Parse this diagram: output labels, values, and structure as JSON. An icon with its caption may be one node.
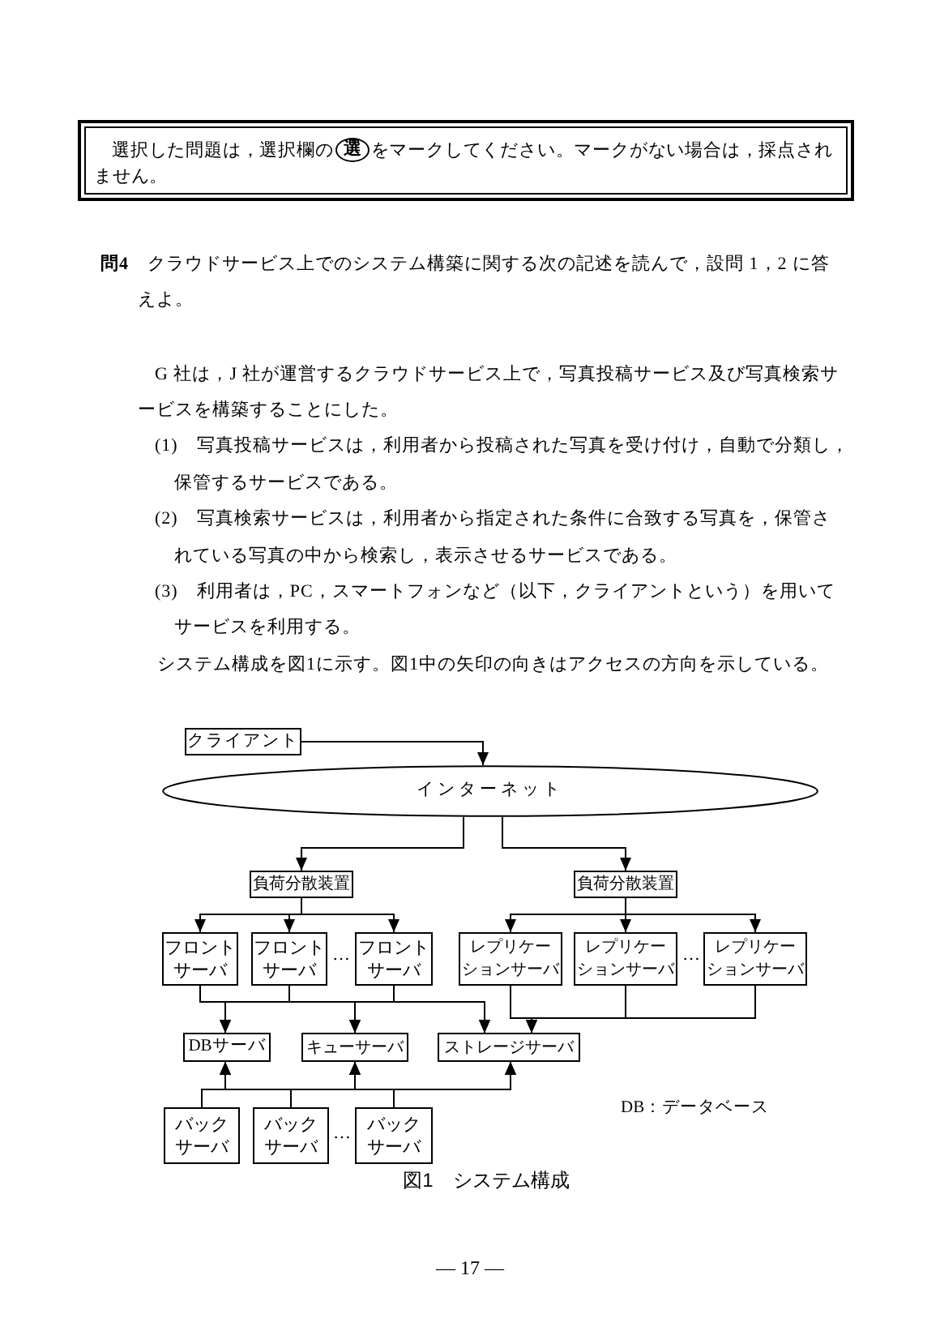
{
  "diagram": {
    "caption": "図1　システム構成",
    "nodes": [
      {
        "text": [
          "選択した問題は，選択欄の",
          "をマークしてください。マークがない場合は，採点されません。"
        ]
      },
      {
        "text": [
          "選"
        ],
        "in": 0
      },
      {
        "text": [
          "クライアント"
        ]
      },
      {
        "text": [
          "インターネット"
        ]
      },
      {
        "text": [
          "負荷分散装置"
        ]
      },
      {
        "text": [
          "負荷分散装置"
        ]
      },
      {
        "text": [
          "フロントサーバ"
        ]
      },
      {
        "text": [
          "フロントサーバ"
        ]
      },
      {
        "text": [
          "フロントサーバ"
        ]
      },
      {
        "text": [
          "レプリケーションサーバ"
        ]
      },
      {
        "text": [
          "レプリケーションサーバ"
        ]
      },
      {
        "text": [
          "レプリケーションサーバ"
        ]
      },
      {
        "text": [
          "DBサーバ"
        ]
      },
      {
        "text": [
          "キューサーバ"
        ]
      },
      {
        "text": [
          "ストレージサーバ"
        ]
      },
      {
        "text": [
          "バックサーバ"
        ]
      },
      {
        "text": [
          "バックサーバ"
        ]
      },
      {
        "text": [
          "バックサーバ"
        ]
      }
    ],
    "edges": [
      {
        "from": 2,
        "to": 3,
        "arrow": "to"
      },
      {
        "from": 3,
        "to": 4,
        "arrow": "to"
      },
      {
        "from": 3,
        "to": 5,
        "arrow": "to"
      },
      {
        "from": 4,
        "to": 6,
        "arrow": "to"
      },
      {
        "from": 4,
        "to": 7,
        "arrow": "to"
      },
      {
        "from": 4,
        "to": 8,
        "arrow": "to"
      },
      {
        "from": 5,
        "to": 9,
        "arrow": "to"
      },
      {
        "from": 5,
        "to": 10,
        "arrow": "to"
      },
      {
        "from": 5,
        "to": 11,
        "arrow": "to"
      },
      {
        "from": 6,
        "to": 12,
        "arrow": "to"
      },
      {
        "from": 6,
        "to": 13,
        "arrow": "to"
      },
      {
        "from": 6,
        "to": 14,
        "arrow": "to"
      },
      {
        "from": 7,
        "to": 12,
        "arrow": "to"
      },
      {
        "from": 7,
        "to": 13,
        "arrow": "to"
      },
      {
        "from": 7,
        "to": 14,
        "arrow": "to"
      },
      {
        "from": 8,
        "to": 12,
        "arrow": "to"
      },
      {
        "from": 8,
        "to": 13,
        "arrow": "to"
      },
      {
        "from": 8,
        "to": 14,
        "arrow": "to"
      },
      {
        "from": 9,
        "to": 14,
        "arrow": "to"
      },
      {
        "from": 10,
        "to": 14,
        "arrow": "to"
      },
      {
        "from": 11,
        "to": 14,
        "arrow": "to"
      },
      {
        "from": 15,
        "to": 12,
        "arrow": "to"
      },
      {
        "from": 15,
        "to": 13,
        "arrow": "to"
      },
      {
        "from": 15,
        "to": 14,
        "arrow": "to"
      },
      {
        "from": 16,
        "to": 12,
        "arrow": "to"
      },
      {
        "from": 16,
        "to": 13,
        "arrow": "to"
      },
      {
        "from": 16,
        "to": 14,
        "arrow": "to"
      },
      {
        "from": 17,
        "to": 12,
        "arrow": "to"
      },
      {
        "from": 17,
        "to": 13,
        "arrow": "to"
      },
      {
        "from": 17,
        "to": 14,
        "arrow": "to"
      }
    ],
    "labels": [
      "**問4**　クラウドサービス上でのシステム構築に関する次の記述を読んで，設問 1，2 に答えよ。",
      "G 社は，J 社が運営するクラウドサービス上で，写真投稿サービス及び写真検索サービスを構築することにした。",
      "(1)　写真投稿サービスは，利用者から投稿された写真を受け付け，自動で分類し，保管するサービスである。",
      "(2)　写真検索サービスは，利用者から指定された条件に合致する写真を，保管されている写真の中から検索し，表示させるサービスである。",
      "(3)　利用者は，PC，スマートフォンなど（以下，クライアントという）を用いてサービスを利用する。",
      "システム構成を図1に示す。図1中の矢印の向きはアクセスの方向を示している。",
      "…",
      "…",
      "…",
      "DB：データベース",
      "— 17 —"
    ]
  }
}
